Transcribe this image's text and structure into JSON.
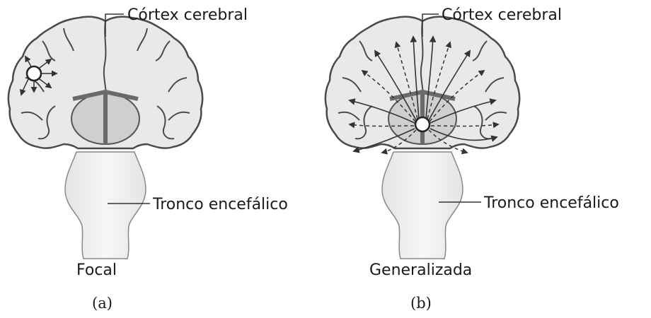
{
  "panel_a": {
    "cortex_label": "Córtex cerebral",
    "brainstem_label": "Tronco encefálico",
    "type_label": "Focal",
    "caption": "(a)"
  },
  "panel_b": {
    "cortex_label": "Córtex cerebral",
    "brainstem_label": "Tronco encefálico",
    "type_label": "Generalizada",
    "caption": "(b)"
  },
  "colors": {
    "brain_fill": "#e9e9e9",
    "brain_outline": "#4a4a4a",
    "thalamus_fill": "#cfcfcf",
    "thalamus_lines": "#666666",
    "arrows": "#333333"
  }
}
